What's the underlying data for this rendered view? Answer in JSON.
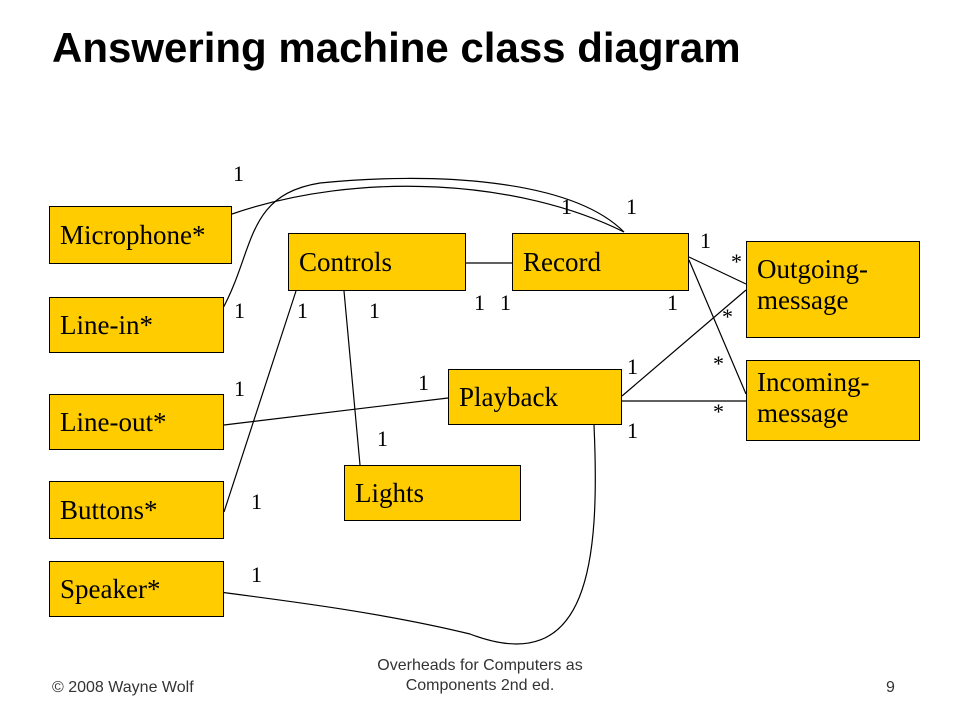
{
  "title": "Answering machine class diagram",
  "classes": {
    "microphone": "Microphone*",
    "line_in": "Line-in*",
    "line_out": "Line-out*",
    "buttons": "Buttons*",
    "speaker": "Speaker*",
    "controls": "Controls",
    "record": "Record",
    "playback": "Playback",
    "lights": "Lights",
    "outgoing_message": [
      "Outgoing-",
      "message"
    ],
    "incoming_message": [
      "Incoming-",
      "message"
    ]
  },
  "multiplicities": {
    "one": "1",
    "many": "*"
  },
  "footer": {
    "copyright": "© 2008 Wayne Wolf",
    "source_line1": "Overheads for Computers as",
    "source_line2": "Components 2nd ed.",
    "page_number": "9"
  },
  "colors": {
    "box_fill": "#ffcc00",
    "line": "#000000"
  }
}
